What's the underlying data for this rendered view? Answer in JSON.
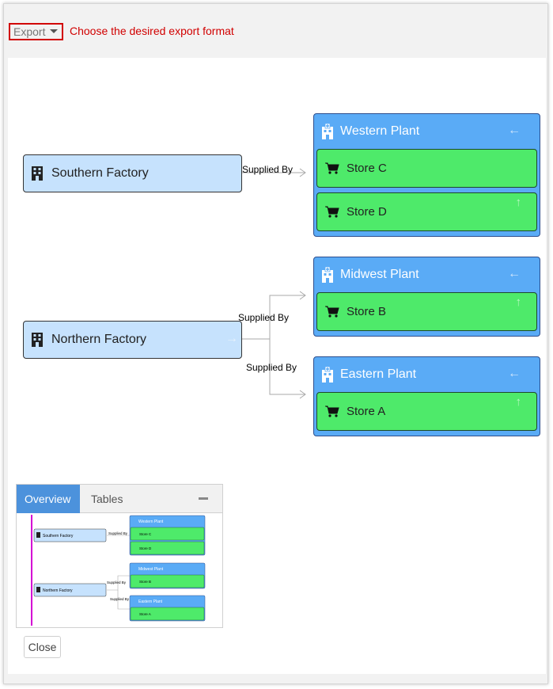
{
  "toolbar": {
    "export_label": "Export",
    "export_hint": "Choose the desired export format"
  },
  "diagram": {
    "factories": [
      {
        "name": "Southern Factory"
      },
      {
        "name": "Northern Factory"
      }
    ],
    "plants": [
      {
        "name": "Western Plant",
        "stores": [
          "Store C",
          "Store D"
        ]
      },
      {
        "name": "Midwest Plant",
        "stores": [
          "Store B"
        ]
      },
      {
        "name": "Eastern Plant",
        "stores": [
          "Store A"
        ]
      }
    ],
    "edge_label": "Supplied By",
    "icons": {
      "factory": "building-icon",
      "plant": "hospital-building-icon",
      "store": "cart-icon",
      "collapse": "arrow-left-icon",
      "expand": "arrow-up-icon",
      "factory_link": "arrow-right-icon"
    },
    "colors": {
      "factory": "#c6e2fd",
      "plant": "#5aabf6",
      "store": "#4eea6a",
      "viewport": "#d400d4"
    }
  },
  "overview_panel": {
    "tabs": [
      "Overview",
      "Tables"
    ],
    "active_tab": "Overview"
  },
  "footer": {
    "close_label": "Close"
  }
}
